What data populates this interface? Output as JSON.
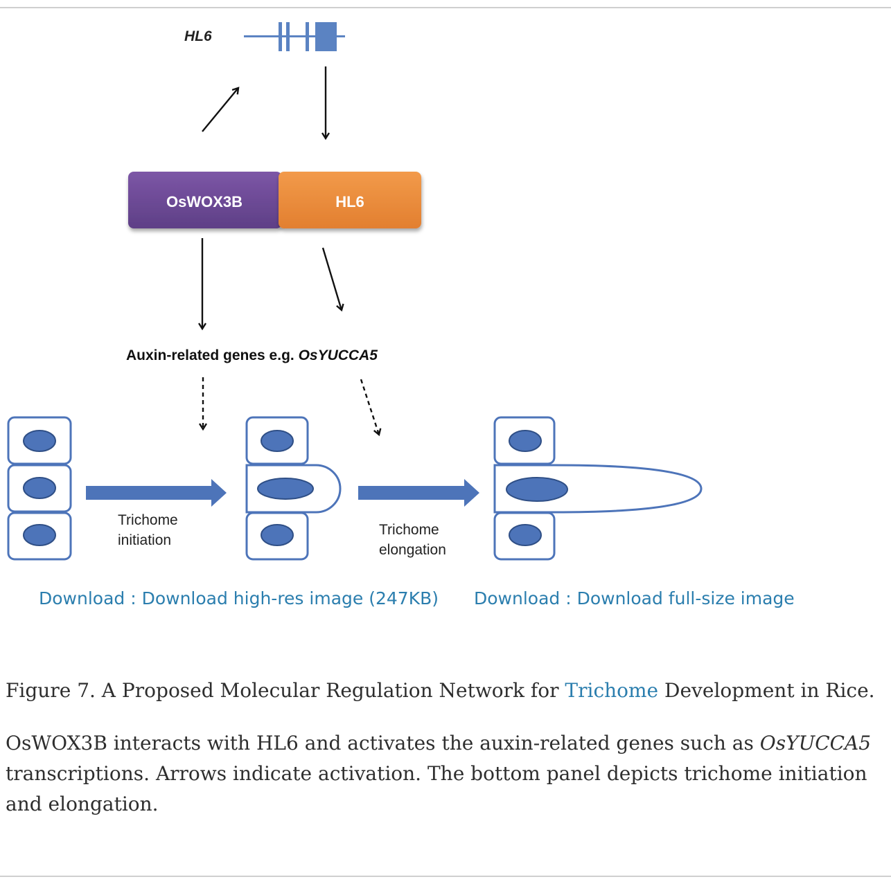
{
  "figure": {
    "gene_label": "HL6",
    "box_oswox3b": "OsWOX3B",
    "box_hl6": "HL6",
    "auxin_label_prefix": "Auxin-related genes e.g. ",
    "auxin_label_gene": "OsYUCCA5",
    "stage1_label_line1": "Trichome",
    "stage1_label_line2": "initiation",
    "stage2_label_line1": "Trichome",
    "stage2_label_line2": "elongation",
    "colors": {
      "oswox3b": "#6f4a98",
      "hl6": "#ec8c3e",
      "cell_blue": "#4d74b9",
      "gene_blue": "#5b83c2"
    }
  },
  "downloads": {
    "highres": "Download : Download high-res image (247KB)",
    "fullsize": "Download : Download full-size image"
  },
  "caption": {
    "title_prefix": "Figure 7. A Proposed Molecular Regulation Network for ",
    "title_link": "Trichome",
    "title_suffix": " Development in Rice.",
    "body_part1": "OsWOX3B interacts with HL6 and activates the auxin-related genes such as ",
    "body_italic": "OsYUCCA5",
    "body_part2": " transcriptions. Arrows indicate activation. The bottom panel depicts trichome initiation and elongation."
  }
}
